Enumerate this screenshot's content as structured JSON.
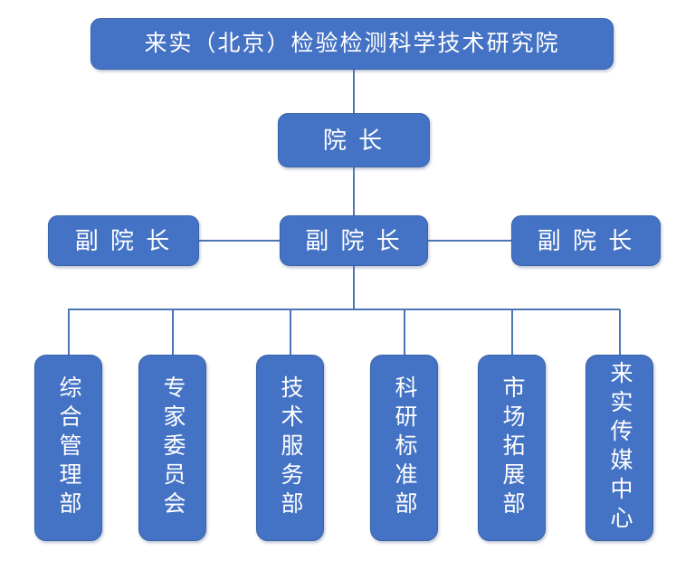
{
  "org": {
    "root": {
      "label": "来实（北京）检验检测科学技术研究院"
    },
    "dean": {
      "label": "院 长"
    },
    "vice_deans": [
      {
        "label": "副 院 长"
      },
      {
        "label": "副 院 长"
      },
      {
        "label": "副 院 长"
      }
    ],
    "departments": [
      "综合管理部",
      "专家委员会",
      "技术服务部",
      "科研标准部",
      "市场拓展部",
      "来实传媒中心"
    ]
  },
  "chart_type": "org-chart",
  "colors": {
    "box_fill": "#4472C4",
    "box_border": "#3A62A8",
    "connector": "#4D74B4",
    "text_color": "#FFFFFF",
    "background": "#FFFFFF"
  }
}
